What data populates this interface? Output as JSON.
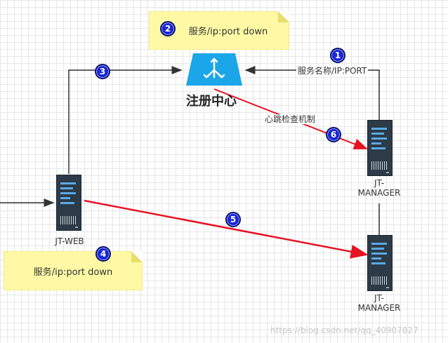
{
  "registry": {
    "title": "注册中心"
  },
  "notes": {
    "top": "服务/ip:port down",
    "bottom": "服务/ip:port down"
  },
  "labels": {
    "register": "服务名称/IP:PORT",
    "heartbeat": "心跳检查机制"
  },
  "servers": {
    "web": "JT-WEB",
    "manager1": "JT-\nMANAGER",
    "manager2": "JT-\nMANAGER"
  },
  "badges": [
    "1",
    "2",
    "3",
    "4",
    "5",
    "6"
  ],
  "colors": {
    "arrow": "#333333",
    "red": "#e81123",
    "cloud": "#1aa6e8",
    "badge": "#1826d6",
    "note": "#fff9a5"
  },
  "watermark": "https://blog.csdn.net/qq_40907827"
}
